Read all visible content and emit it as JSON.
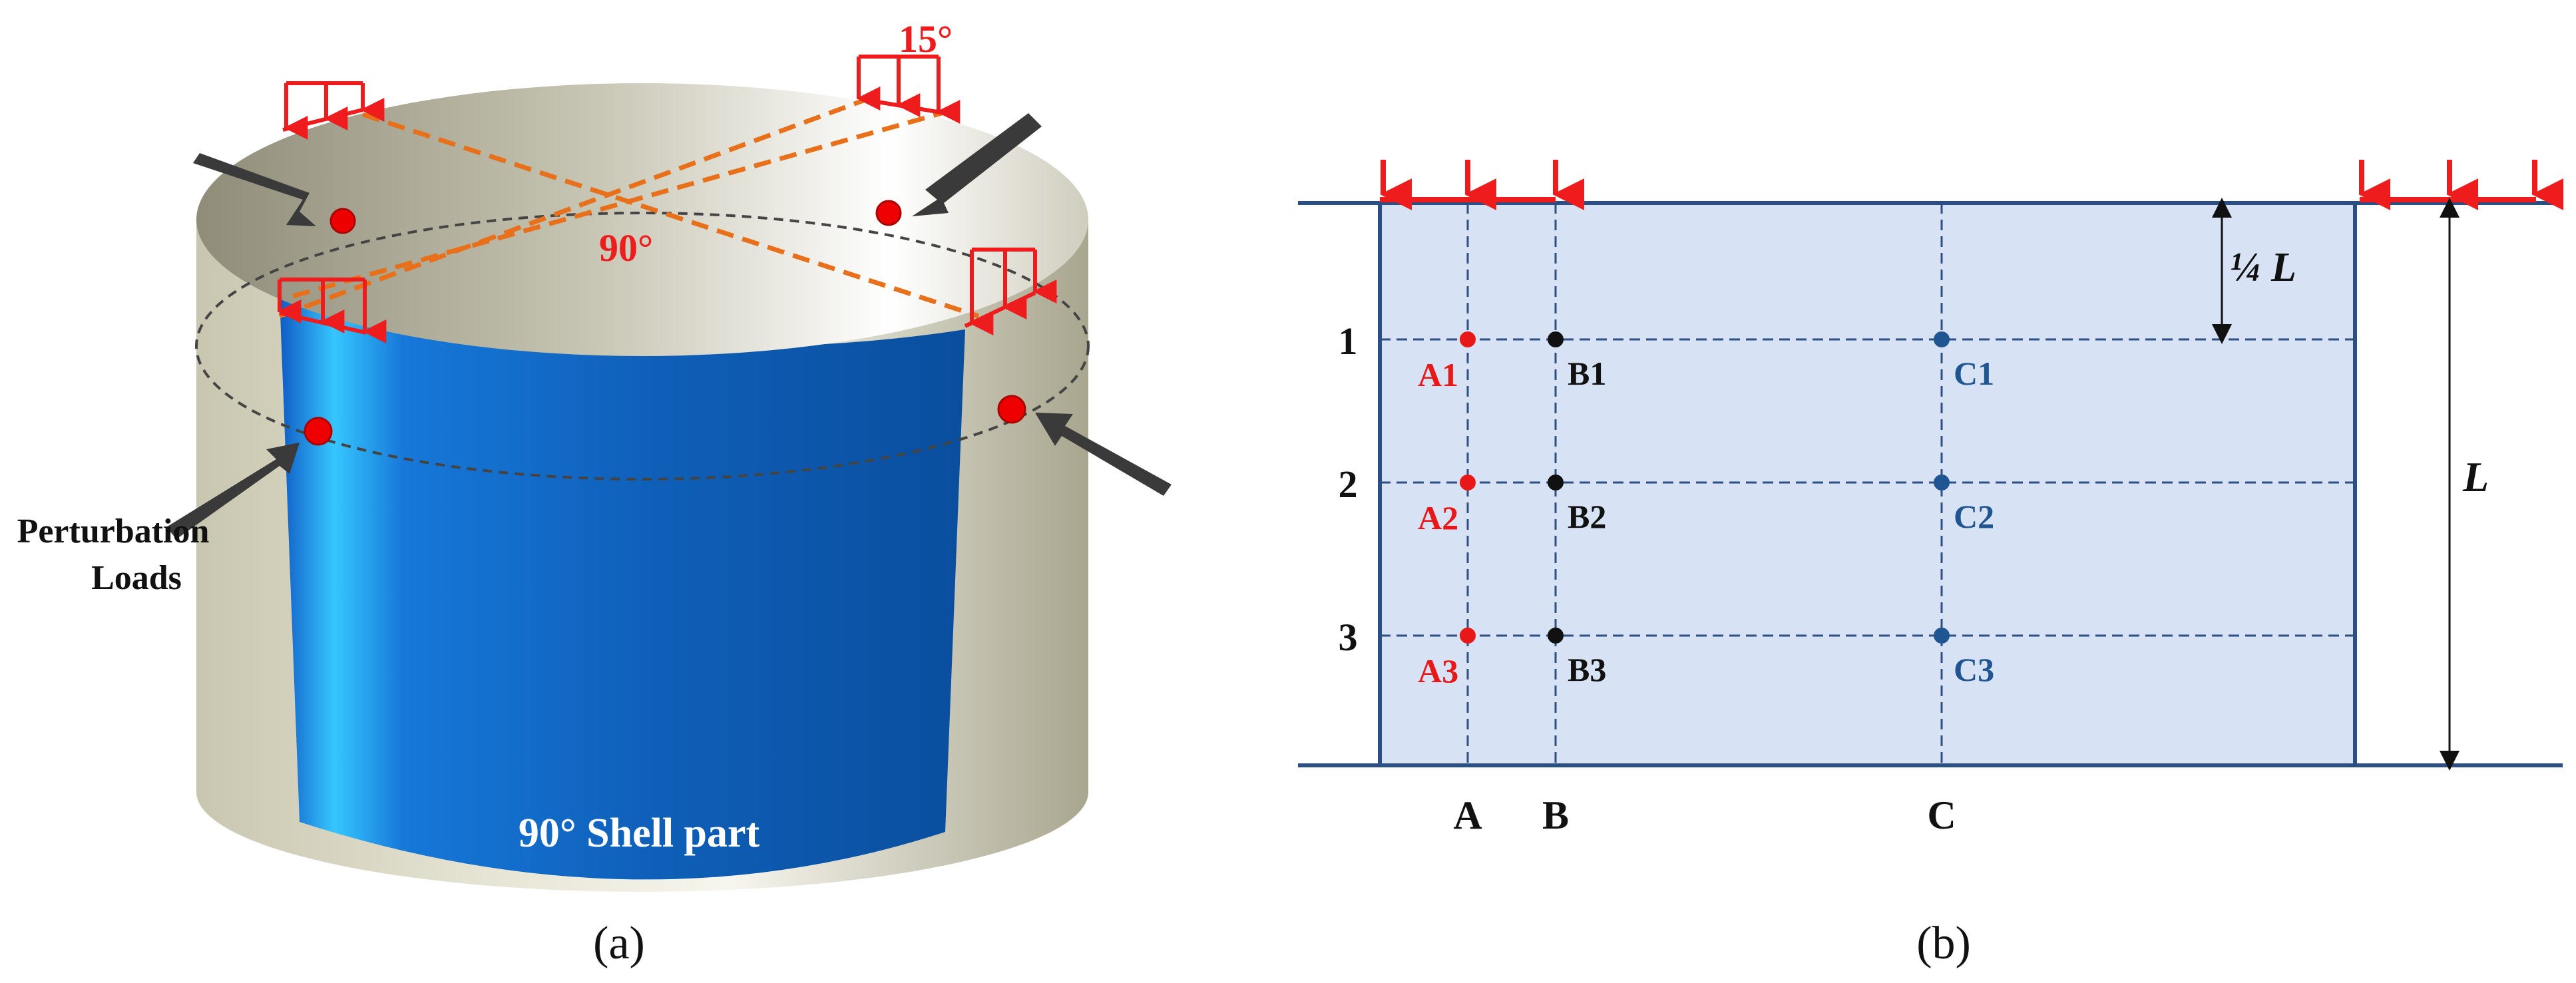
{
  "panel_a": {
    "caption": "(a)",
    "angle_small": "15°",
    "angle_large": "90°",
    "perturbation_line1": "Perturbation",
    "perturbation_line2": "Loads",
    "shell_part_label": "90° Shell part"
  },
  "panel_b": {
    "caption": "(b)",
    "dimension_quarter": "¼ L",
    "dimension_full": "L",
    "rows": [
      "1",
      "2",
      "3"
    ],
    "columns": [
      "A",
      "B",
      "C"
    ],
    "points": [
      {
        "label": "A1",
        "group": "A"
      },
      {
        "label": "B1",
        "group": "B"
      },
      {
        "label": "C1",
        "group": "C"
      },
      {
        "label": "A2",
        "group": "A"
      },
      {
        "label": "B2",
        "group": "B"
      },
      {
        "label": "C2",
        "group": "C"
      },
      {
        "label": "A3",
        "group": "A"
      },
      {
        "label": "B3",
        "group": "B"
      },
      {
        "label": "C3",
        "group": "C"
      }
    ]
  },
  "colors": {
    "load": "#ee1c1c",
    "dashed_orange": "#e8701a",
    "arrow_dark": "#3a3a3a",
    "shell_blue": "#1566c6",
    "cylinder_gray": "#d9d6c3",
    "panel_fill": "#d7e3f4",
    "panel_stroke": "#2b4f82",
    "point_a": "#e81818",
    "point_b": "#111111",
    "point_c": "#1f5591"
  }
}
